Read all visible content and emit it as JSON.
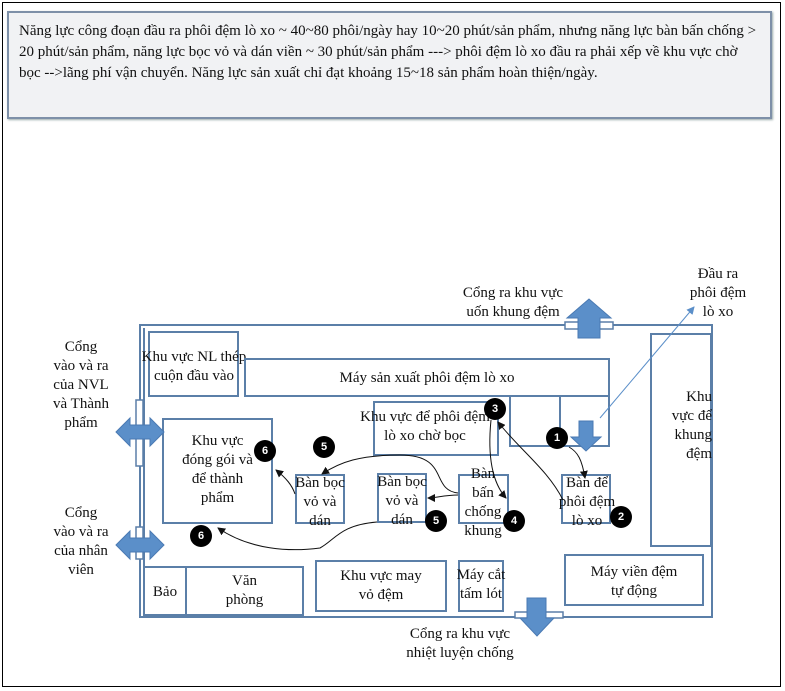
{
  "note": {
    "text": "Năng lực công đoạn đầu ra phôi đệm lò xo ~ 40~80 phôi/ngày hay 10~20 phút/sản phẩm, nhưng năng lực bàn bấn chống > 20 phút/sản phẩm, năng lực bọc vỏ và dán viền ~ 30 phút/sản phẩm ---> phôi đệm lò xo đầu ra phải xếp về khu vực chờ bọc -->lãng phí vận chuyển. Năng lực sản xuất chỉ đạt khoảng 15~18 sản phẩm hoàn thiện/ngày."
  },
  "gates": {
    "top": "Cổng ra khu vực\nuốn khung đệm",
    "output": "Đầu ra\nphôi đệm\nlò xo",
    "left_material": "Cổng\nvào và ra\ncủa NVL\nvà Thành\nphẩm",
    "left_staff": "Cổng\nvào và ra\ncủa nhân\nviên",
    "bottom": "Cổng ra khu vực\nnhiệt luyện chống"
  },
  "areas": {
    "steel_input": "Khu vực NL thép\ncuộn đầu vào",
    "spring_machine": "Máy sản xuất phôi đệm lò xo",
    "frame_storage": "Khu\nvực để\nkhung\nđệm",
    "waiting_area": "Khu vực để phôi đệm\nlò xo chờ bọc",
    "packing": "Khu vực\nđóng gói và\nđể thành\nphẩm",
    "wrap_table_1": "Bàn bọc\nvỏ và\ndán",
    "wrap_table_2": "Bàn bọc\nvỏ và\ndán",
    "staple_table": "Bàn\nbấn\nchống\nkhung",
    "spring_table": "Bàn để\nphôi đệm\nlò xo",
    "guard": "Bảo",
    "office": "Văn\nphòng",
    "sewing": "Khu vực may\nvỏ đệm",
    "cutter": "Máy cắt\ntấm lót",
    "edging": "Máy viền đệm\ntự động"
  },
  "steps": [
    "1",
    "2",
    "3",
    "4",
    "5",
    "5",
    "6",
    "6"
  ],
  "colors": {
    "border": "#5b7fa8",
    "arrow": "#5b8fc9",
    "badge": "#000000"
  }
}
